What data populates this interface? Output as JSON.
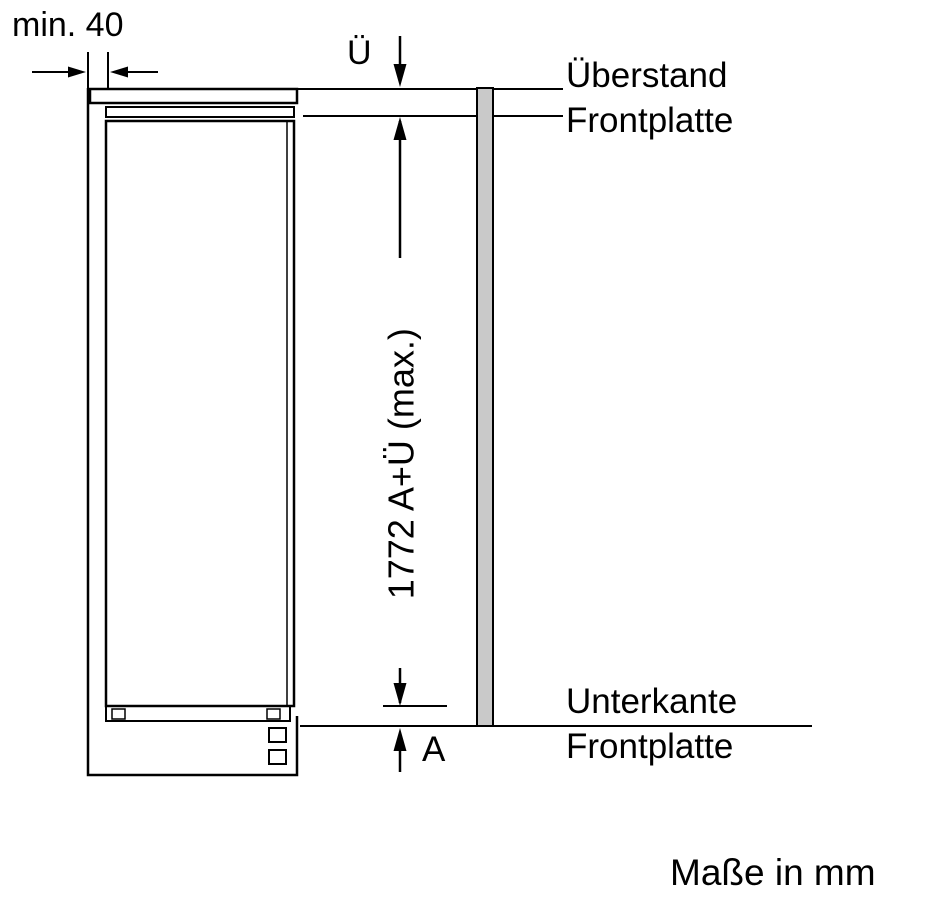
{
  "colors": {
    "line": "#000000",
    "panel_fill": "#c9c9c9",
    "background": "#ffffff"
  },
  "labels": {
    "min_gap": "min. 40",
    "overhang_symbol": "Ü",
    "overhang_name_line1": "Überstand",
    "overhang_name_line2": "Frontplatte",
    "height_dimension": "1772 A+Ü (max.)",
    "bottom_edge_line1": "Unterkante",
    "bottom_edge_line2": "Frontplatte",
    "recess_symbol": "A",
    "units": "Maße in mm"
  }
}
